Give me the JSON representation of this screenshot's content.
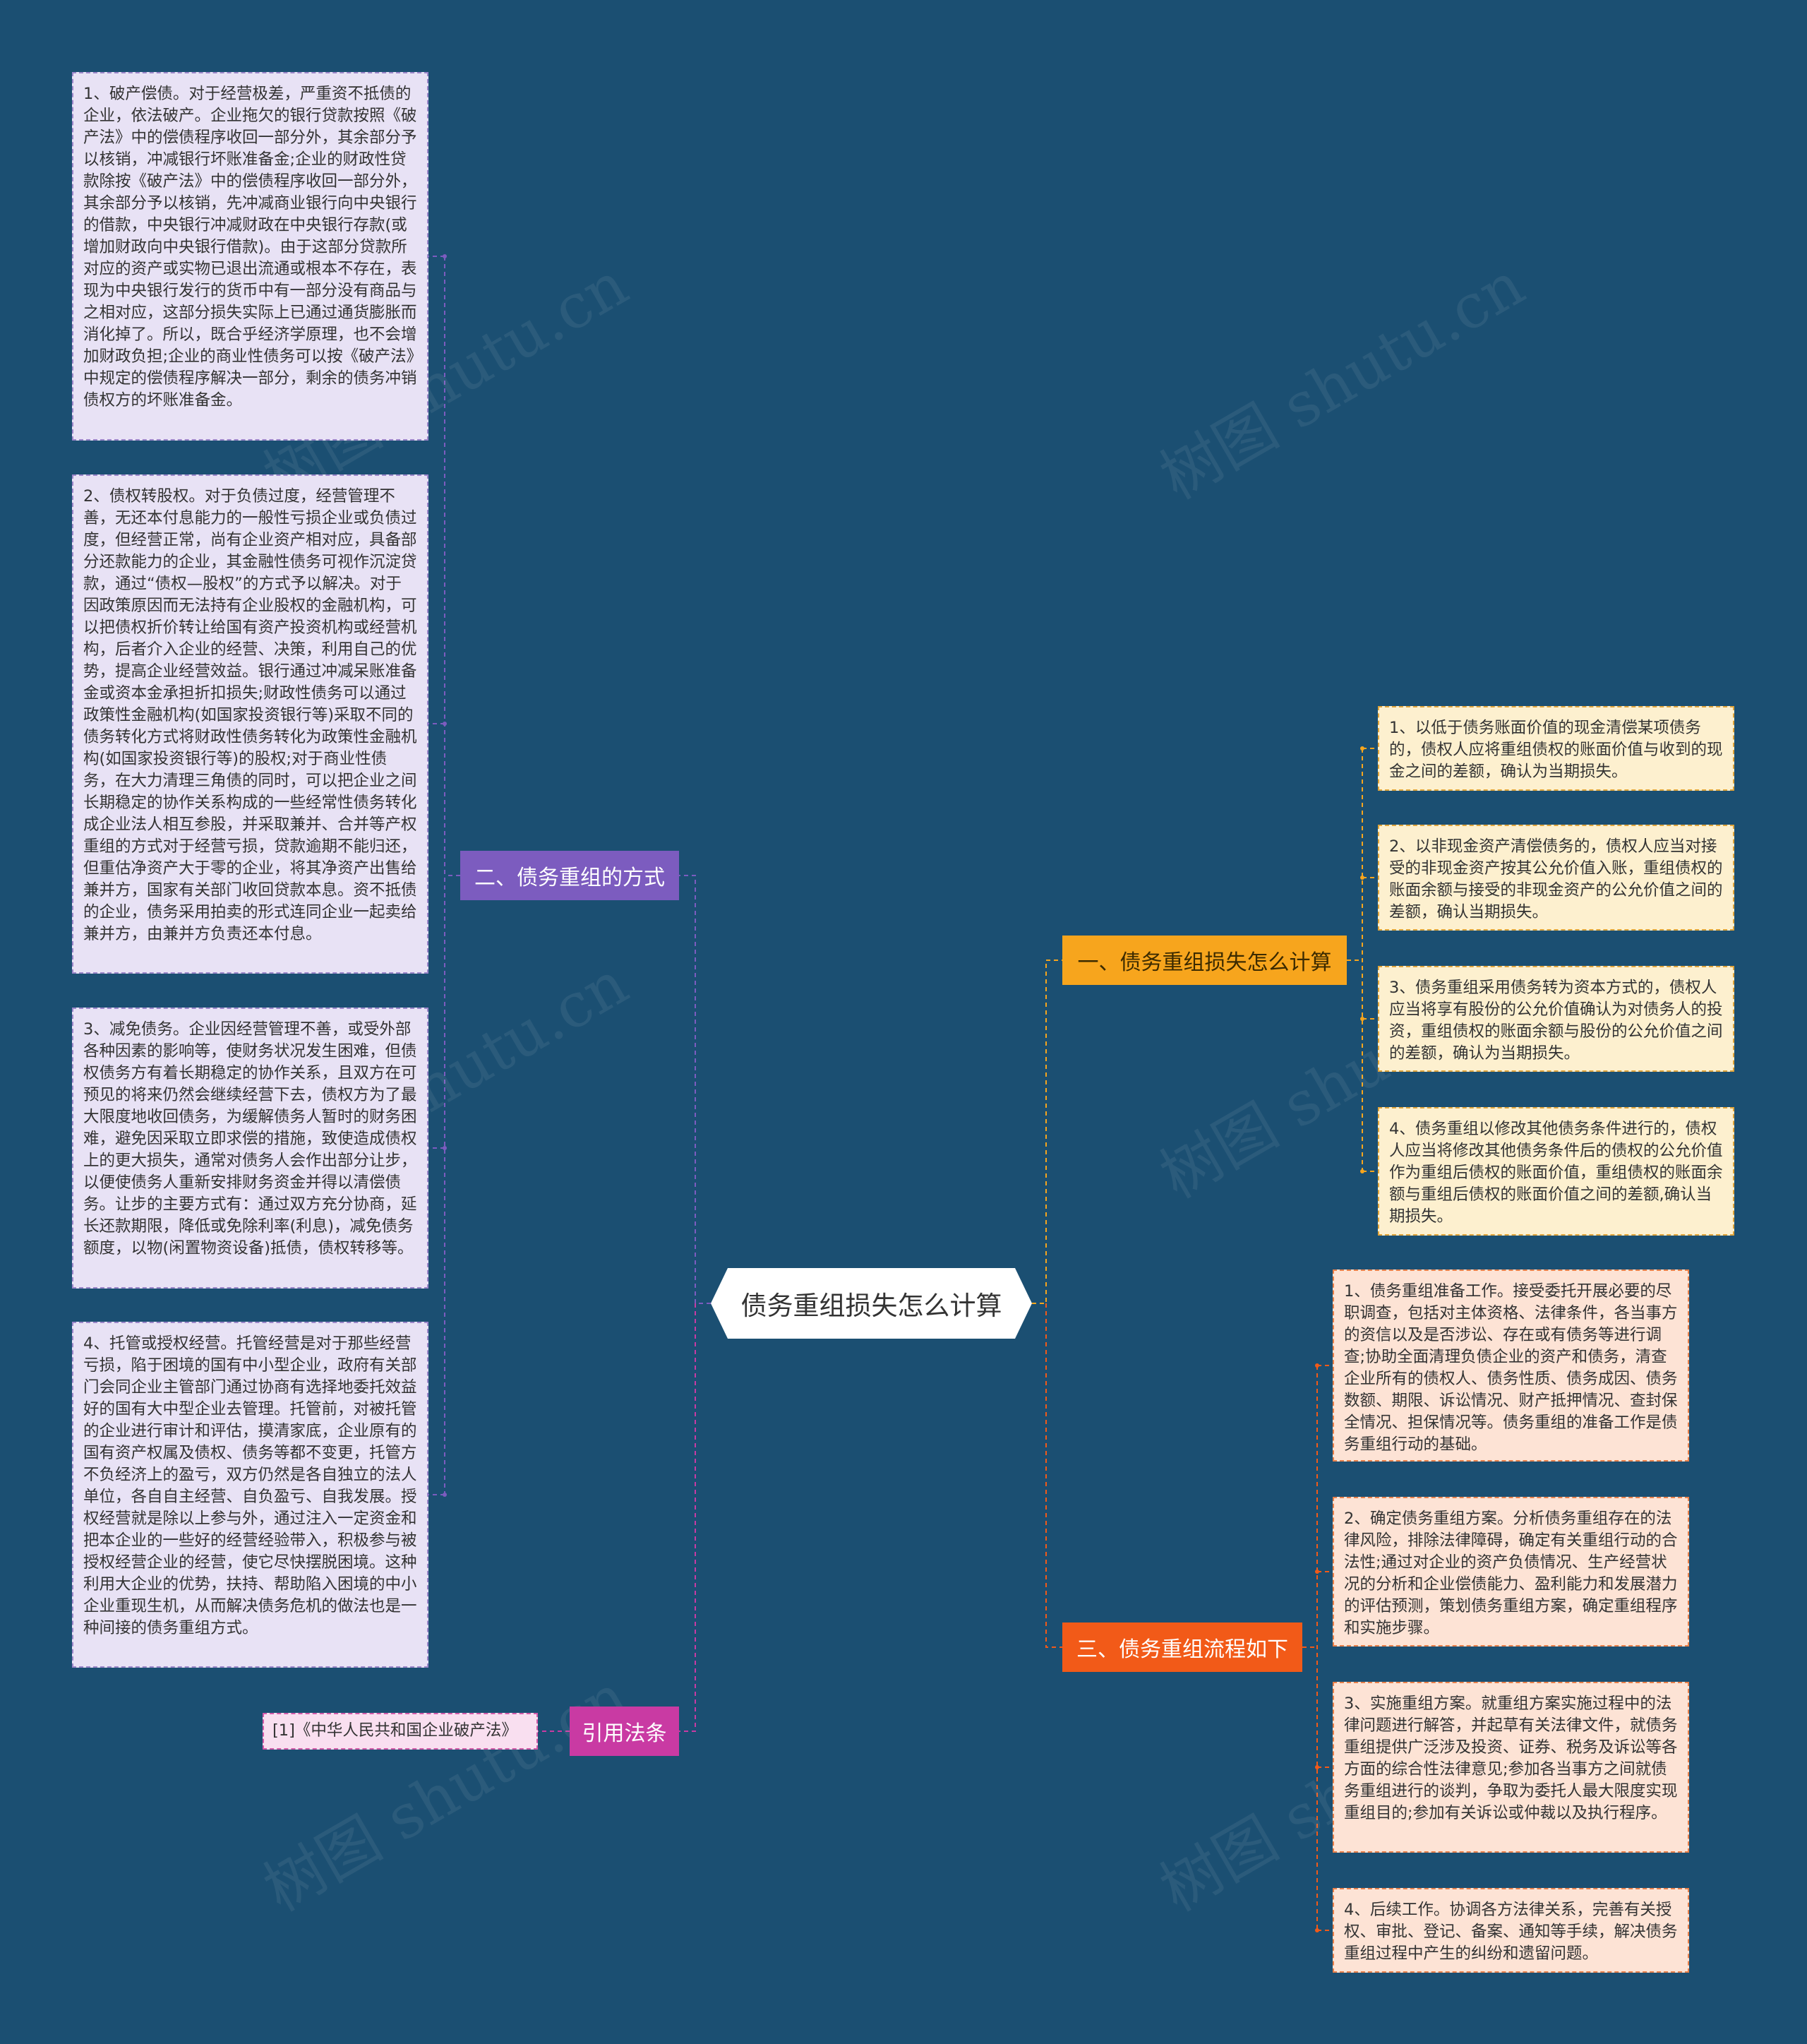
{
  "root": {
    "title": "债务重组损失怎么计算"
  },
  "watermark": "树图 shutu.cn",
  "branches": {
    "methods": {
      "label": "二、债务重组的方式",
      "color": "#7c5cbf",
      "items": [
        "1、破产偿债。对于经营极差，严重资不抵债的企业，依法破产。企业拖欠的银行贷款按照《破产法》中的偿债程序收回一部分外，其余部分予以核销，冲减银行坏账准备金;企业的财政性贷款除按《破产法》中的偿债程序收回一部分外，其余部分予以核销，先冲减商业银行向中央银行的借款，中央银行冲减财政在中央银行存款(或增加财政向中央银行借款)。由于这部分贷款所对应的资产或实物已退出流通或根本不存在，表现为中央银行发行的货币中有一部分没有商品与之相对应，这部分损失实际上已通过通货膨胀而消化掉了。所以，既合乎经济学原理，也不会增加财政负担;企业的商业性债务可以按《破产法》中规定的偿债程序解决一部分，剩余的债务冲销债权方的坏账准备金。",
        "2、债权转股权。对于负债过度，经营管理不善，无还本付息能力的一般性亏损企业或负债过度，但经营正常，尚有企业资产相对应，具备部分还款能力的企业，其金融性债务可视作沉淀贷款，通过“债权—股权”的方式予以解决。对于因政策原因而无法持有企业股权的金融机构，可以把债权折价转让给国有资产投资机构或经营机构，后者介入企业的经营、决策，利用自己的优势，提高企业经营效益。银行通过冲减呆账准备金或资本金承担折扣损失;财政性债务可以通过政策性金融机构(如国家投资银行等)采取不同的债务转化方式将财政性债务转化为政策性金融机构(如国家投资银行等)的股权;对于商业性债务，在大力清理三角债的同时，可以把企业之间长期稳定的协作关系构成的一些经常性债务转化成企业法人相互参股，并采取兼并、合并等产权重组的方式对于经营亏损，贷款逾期不能归还，但重估净资产大于零的企业，将其净资产出售给兼并方，国家有关部门收回贷款本息。资不抵债的企业，债务采用拍卖的形式连同企业一起卖给兼并方，由兼并方负责还本付息。",
        "3、减免债务。企业因经营管理不善，或受外部各种因素的影响等，使财务状况发生困难，但债权债务方有着长期稳定的协作关系，且双方在可预见的将来仍然会继续经营下去，债权方为了最大限度地收回债务，为缓解债务人暂时的财务困难，避免因采取立即求偿的措施，致使造成债权上的更大损失，通常对债务人会作出部分让步，以便使债务人重新安排财务资金并得以清偿债务。让步的主要方式有：通过双方充分协商，延长还款期限，降低或免除利率(利息)，减免债务额度，以物(闲置物资设备)抵债，债权转移等。",
        "4、托管或授权经营。托管经营是对于那些经营亏损，陷于困境的国有中小型企业，政府有关部门会同企业主管部门通过协商有选择地委托效益好的国有大中型企业去管理。托管前，对被托管的企业进行审计和评估，摸清家底，企业原有的国有资产权属及债权、债务等都不变更，托管方不负经济上的盈亏，双方仍然是各自独立的法人单位，各自自主经营、自负盈亏、自我发展。授权经营就是除以上参与外，通过注入一定资金和把本企业的一些好的经营经验带入，积极参与被授权经营企业的经营，使它尽快摆脱困境。这种利用大企业的优势，扶持、帮助陷入困境的中小企业重现生机，从而解决债务危机的做法也是一种间接的债务重组方式。"
      ]
    },
    "citations": {
      "label": "引用法条",
      "color": "#c93aa3",
      "items": [
        "[1]《中华人民共和国企业破产法》"
      ]
    },
    "calculation": {
      "label": "一、债务重组损失怎么计算",
      "color": "#f7a51d",
      "items": [
        "1、以低于债务账面价值的现金清偿某项债务的，债权人应将重组债权的账面价值与收到的现金之间的差额，确认为当期损失。",
        "2、以非现金资产清偿债务的，债权人应当对接受的非现金资产按其公允价值入账，重组债权的账面余额与接受的非现金资产的公允价值之间的差额，确认当期损失。",
        "3、债务重组采用债务转为资本方式的，债权人应当将享有股份的公允价值确认为对债务人的投资，重组债权的账面余额与股份的公允价值之间的差额，确认为当期损失。",
        "4、债务重组以修改其他债务条件进行的，债权人应当将修改其他债务条件后的债权的公允价值作为重组后债权的账面价值，重组债权的账面余额与重组后债权的账面价值之间的差额,确认当期损失。"
      ]
    },
    "process": {
      "label": "三、债务重组流程如下",
      "color": "#f25a18",
      "items": [
        "1、债务重组准备工作。接受委托开展必要的尽职调查，包括对主体资格、法律条件，各当事方的资信以及是否涉讼、存在或有债务等进行调查;协助全面清理负债企业的资产和债务，清查企业所有的债权人、债务性质、债务成因、债务数额、期限、诉讼情况、财产抵押情况、查封保全情况、担保情况等。债务重组的准备工作是债务重组行动的基础。",
        "2、确定债务重组方案。分析债务重组存在的法律风险，排除法律障碍，确定有关重组行动的合法性;通过对企业的资产负债情况、生产经营状况的分析和企业偿债能力、盈利能力和发展潜力的评估预测，策划债务重组方案，确定重组程序和实施步骤。",
        "3、实施重组方案。就重组方案实施过程中的法律问题进行解答，并起草有关法律文件，就债务重组提供广泛涉及投资、证券、税务及诉讼等各方面的综合性法律意见;参加各当事方之间就债务重组进行的谈判，争取为委托人最大限度实现重组目的;参加有关诉讼或仲裁以及执行程序。",
        "4、后续工作。协调各方法律关系，完善有关授权、审批、登记、备案、通知等手续，解决债务重组过程中产生的纠纷和遗留问题。"
      ]
    }
  }
}
